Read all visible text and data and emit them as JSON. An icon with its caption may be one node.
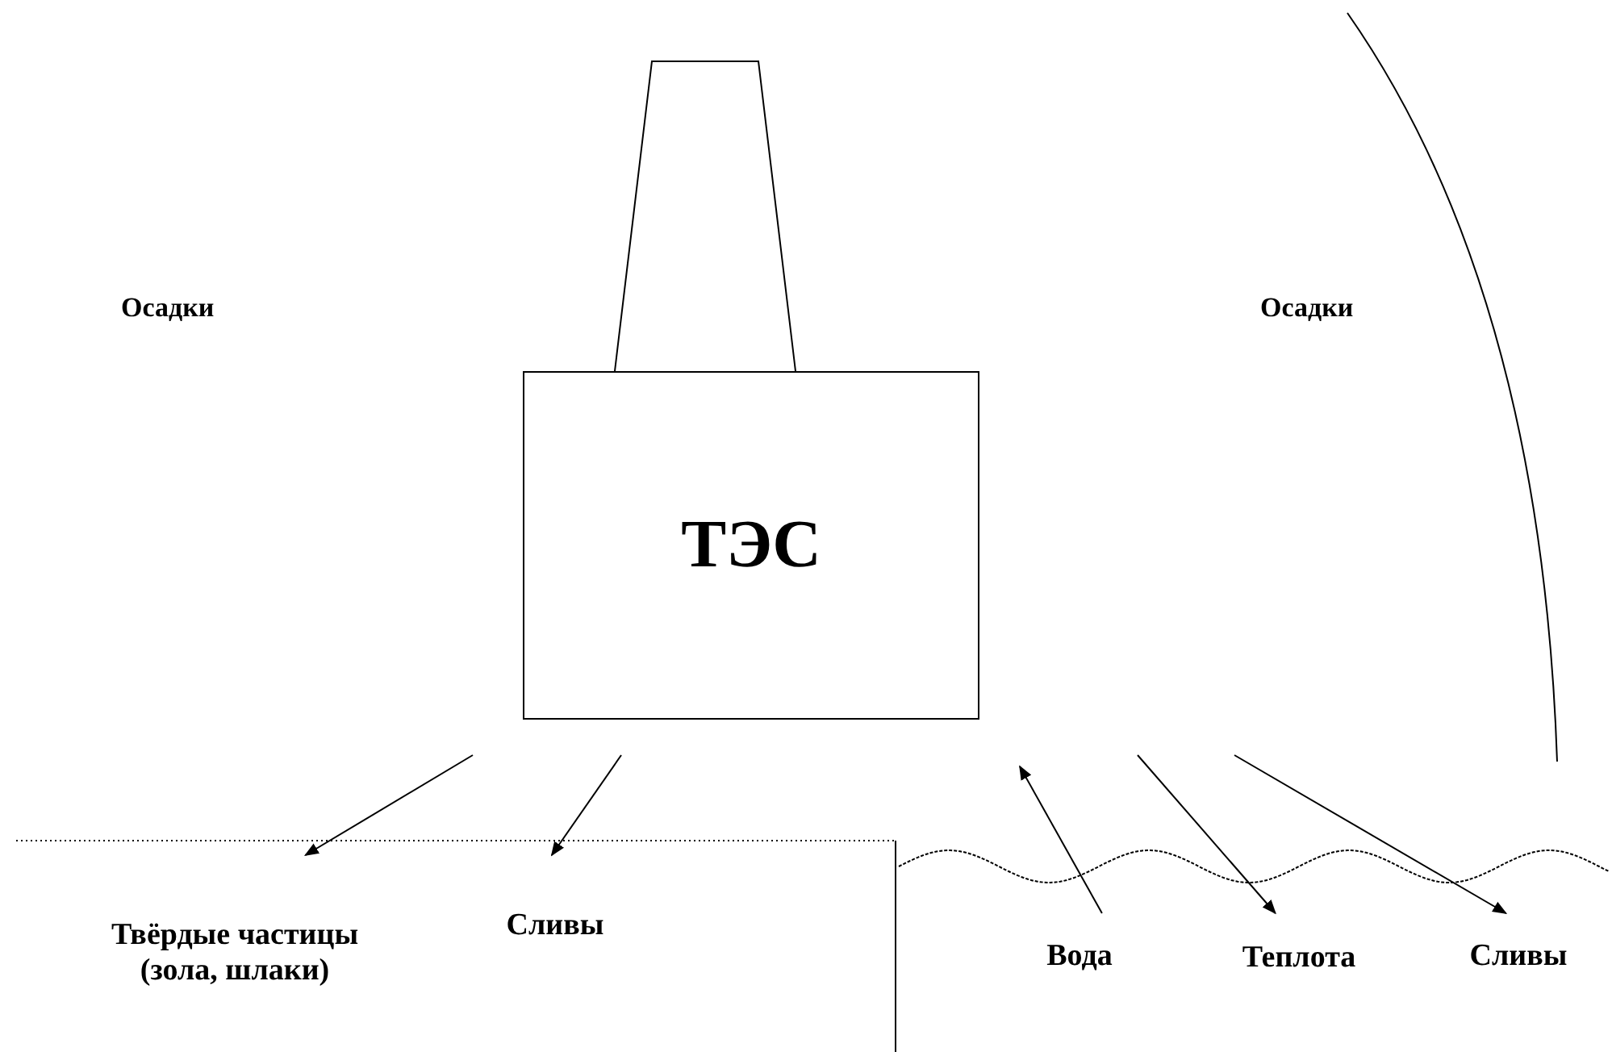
{
  "diagram": {
    "nodes": [
      {
        "text": [
          "ТЭС"
        ]
      },
      {
        "text": [
          "Твёрдые частицы (зола, шлаки)"
        ]
      },
      {
        "text": [
          "Сливы"
        ]
      },
      {
        "text": [
          "Вода"
        ]
      },
      {
        "text": [
          "Теплота"
        ]
      },
      {
        "text": [
          "Сливы"
        ]
      }
    ],
    "edges": [
      {
        "from": null,
        "to": 1,
        "arrow": "to"
      },
      {
        "from": null,
        "to": 2,
        "arrow": "to"
      },
      {
        "from": 3,
        "to": null,
        "arrow": "to"
      },
      {
        "from": null,
        "to": 4,
        "arrow": "to"
      },
      {
        "from": null,
        "to": 5,
        "arrow": "to"
      }
    ],
    "labels": [
      "Осадки",
      "Осадки"
    ]
  }
}
